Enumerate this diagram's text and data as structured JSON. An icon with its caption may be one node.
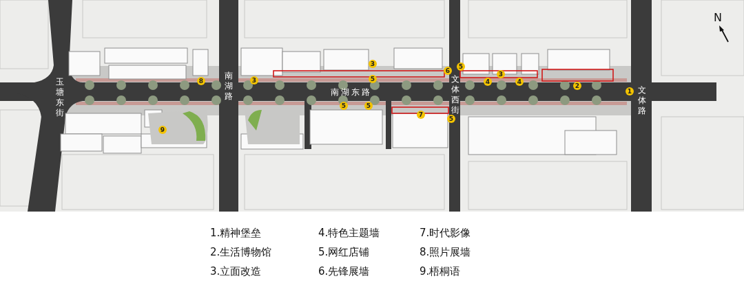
{
  "diagram": {
    "labels": [
      "N",
      "玉塘东街",
      "南湖路",
      "南湖东路",
      "文体西街",
      "文体路",
      "3",
      "6",
      "5",
      "3",
      "8",
      "3",
      "5",
      "4",
      "4",
      "2",
      "1",
      "5",
      "5",
      "7",
      "5",
      "9",
      "1.精神堡垒",
      "4.特色主题墙",
      "7.时代影像",
      "2.生活博物馆",
      "5.网红店铺",
      "8.照片展墙",
      "3.立面改造",
      "6.先锋展墙",
      "9.梧桐语"
    ]
  }
}
